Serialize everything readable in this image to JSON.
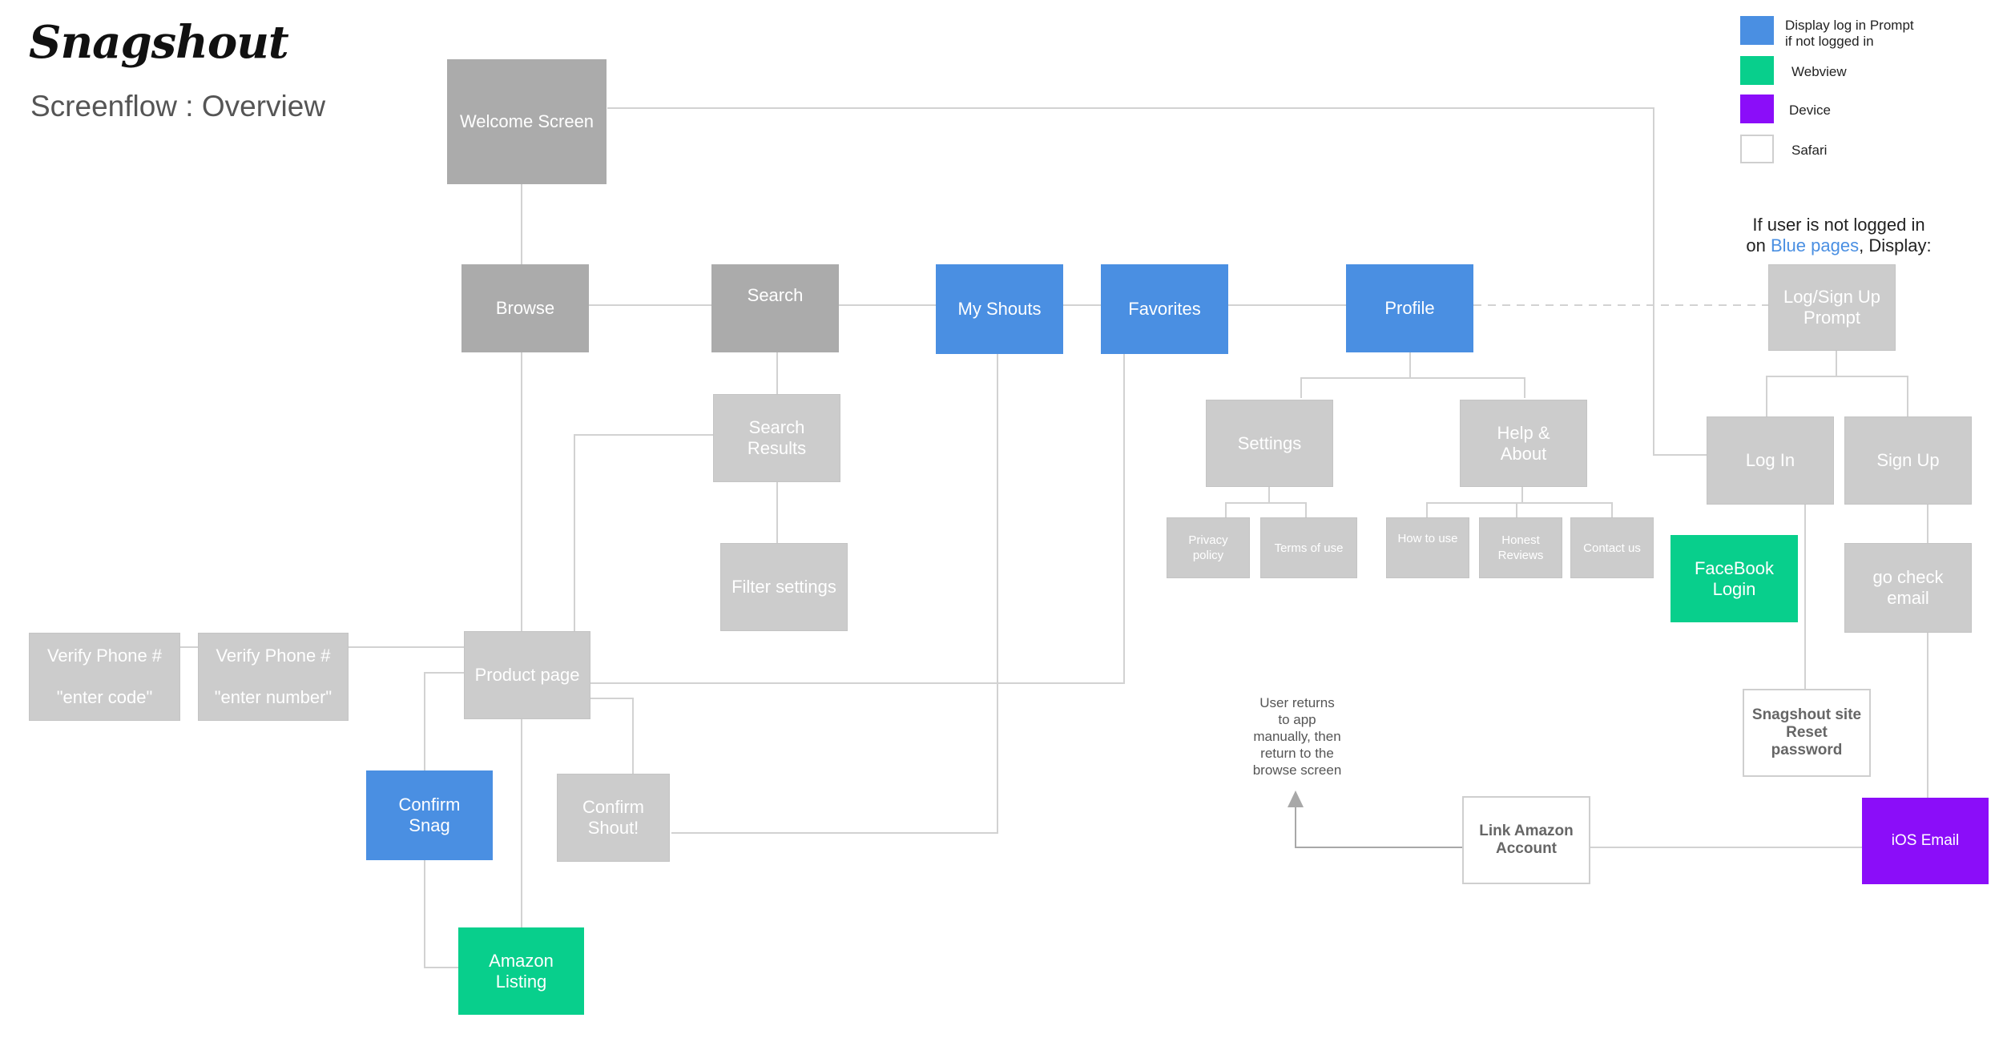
{
  "header": {
    "logo": "Snagshout",
    "subtitle": "Screenflow : Overview"
  },
  "legend": [
    {
      "label": "Display log in Prompt\nif not logged in",
      "color": "#4a8fe2"
    },
    {
      "label": "Webview",
      "color": "#08cf8c"
    },
    {
      "label": "Device",
      "color": "#8b0df9"
    },
    {
      "label": "Safari",
      "color": "#ffffff"
    }
  ],
  "note": {
    "line1": "If user is not logged in",
    "prefix": "on ",
    "highlight": "Blue pages",
    "suffix": ", Display:"
  },
  "returns_note": "User returns\nto app\nmanually, then\nreturn to the\nbrowse screen",
  "screens": {
    "welcome": "Welcome Screen",
    "browse": "Browse",
    "search": "Search",
    "my_shouts": "My Shouts",
    "favorites": "Favorites",
    "profile": "Profile",
    "log_prompt": "Log/Sign Up\nPrompt",
    "search_results": "Search Results",
    "filter_settings": "Filter settings",
    "settings": "Settings",
    "help_about": "Help &\nAbout",
    "privacy": "Privacy\npolicy",
    "terms": "Terms of use",
    "how_to": "How to use",
    "honest_reviews": "Honest\nReviews",
    "contact": "Contact us",
    "log_in": "Log In",
    "sign_up": "Sign Up",
    "facebook_login": "FaceBook\nLogin",
    "check_email": "go check email",
    "verify_code": "Verify Phone #\n\n\"enter code\"",
    "verify_number": "Verify Phone #\n\n\"enter number\"",
    "product_page": "Product page",
    "confirm_snag": "Confirm\nSnag",
    "confirm_shout": "Confirm\nShout!",
    "amazon_listing": "Amazon Listing",
    "reset_password": "Snagshout site\nReset\npassword",
    "link_amazon": "Link Amazon\nAccount",
    "ios_email": "iOS Email"
  }
}
